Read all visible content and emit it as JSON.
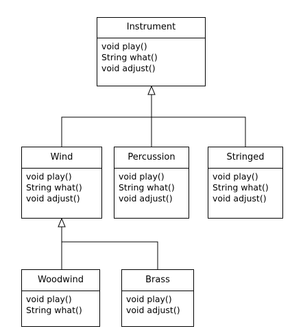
{
  "classes": {
    "instrument": {
      "name": "Instrument",
      "methods": [
        "void play()",
        "String what()",
        "void adjust()"
      ]
    },
    "wind": {
      "name": "Wind",
      "methods": [
        "void play()",
        "String what()",
        "void adjust()"
      ]
    },
    "percussion": {
      "name": "Percussion",
      "methods": [
        "void play()",
        "String what()",
        "void adjust()"
      ]
    },
    "stringed": {
      "name": "Stringed",
      "methods": [
        "void play()",
        "String what()",
        "void adjust()"
      ]
    },
    "woodwind": {
      "name": "Woodwind",
      "methods": [
        "void play()",
        "String what()"
      ]
    },
    "brass": {
      "name": "Brass",
      "methods": [
        "void play()",
        "void adjust()"
      ]
    }
  },
  "colors": {
    "line": "#000000",
    "background": "#ffffff"
  }
}
